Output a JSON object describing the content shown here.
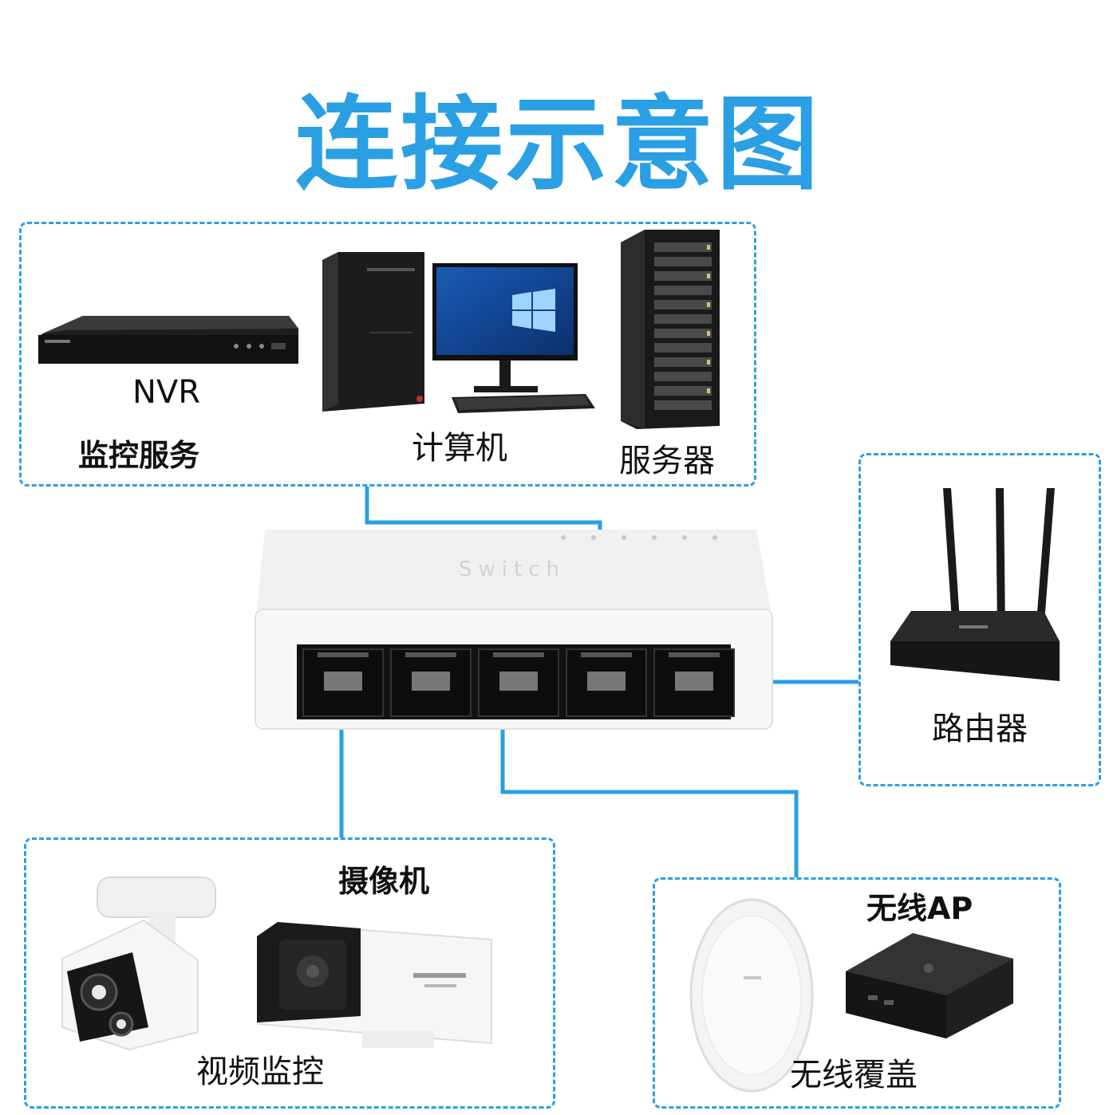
{
  "title": "连接示意图",
  "colors": {
    "accent": "#2a9fe3",
    "device_dark": "#222222",
    "device_white": "#f4f4f4"
  },
  "groups": {
    "monitoring_service": {
      "group_label": "监控服务",
      "devices": {
        "nvr": {
          "label": "NVR"
        },
        "computer": {
          "label": "计算机"
        },
        "server": {
          "label": "服务器"
        }
      }
    },
    "router": {
      "devices": {
        "router": {
          "label": "路由器"
        }
      }
    },
    "camera": {
      "group_label": "摄像机",
      "devices": {
        "video_surveillance": {
          "label": "视频监控"
        }
      }
    },
    "wireless_ap": {
      "group_label": "无线AP",
      "devices": {
        "wireless_coverage": {
          "label": "无线覆盖"
        }
      }
    }
  },
  "switch": {
    "label": "Switch",
    "port_count": 5
  }
}
